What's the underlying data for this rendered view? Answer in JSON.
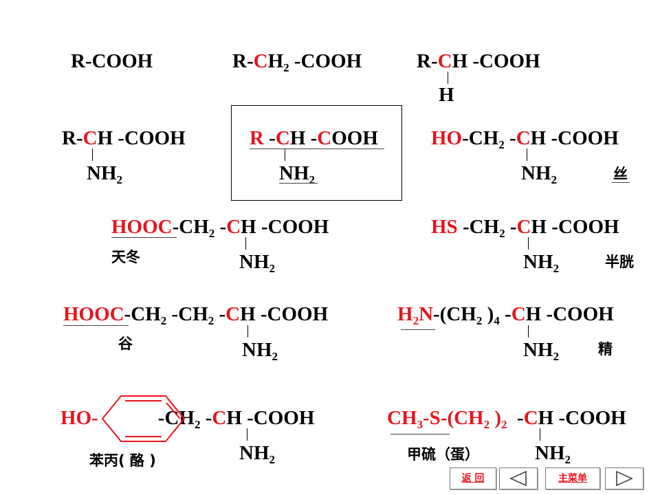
{
  "formulas": {
    "f1": [
      [
        "R-COOH",
        ""
      ]
    ],
    "f2": [
      [
        "R-",
        ""
      ],
      [
        "C",
        "r"
      ],
      [
        "H",
        ""
      ],
      [
        "2",
        "s"
      ],
      [
        " -COOH",
        ""
      ]
    ],
    "f3": [
      [
        "R-",
        ""
      ],
      [
        "C",
        "r"
      ],
      [
        "H -COOH",
        ""
      ]
    ],
    "f4": [
      [
        "R-",
        ""
      ],
      [
        "C",
        "r"
      ],
      [
        "H -COOH",
        ""
      ]
    ],
    "f5": [
      [
        "R",
        "r"
      ],
      [
        " -",
        ""
      ],
      [
        "C",
        "r"
      ],
      [
        "H -",
        ""
      ],
      [
        "C",
        "r"
      ],
      [
        "OOH",
        ""
      ]
    ],
    "f6": [
      [
        "HO",
        "r"
      ],
      [
        "-CH",
        ""
      ],
      [
        "2",
        "s"
      ],
      [
        " -",
        ""
      ],
      [
        "C",
        "r"
      ],
      [
        "H -COOH",
        ""
      ]
    ],
    "f7": [
      [
        "HOOC",
        "r"
      ],
      [
        "-CH",
        ""
      ],
      [
        "2",
        "s"
      ],
      [
        " -",
        ""
      ],
      [
        "C",
        "r"
      ],
      [
        "H -COOH",
        ""
      ]
    ],
    "f8": [
      [
        "HS",
        "r"
      ],
      [
        " -CH",
        ""
      ],
      [
        "2",
        "s"
      ],
      [
        " -",
        ""
      ],
      [
        "C",
        "r"
      ],
      [
        "H -COOH",
        ""
      ]
    ],
    "f9": [
      [
        "HOOC",
        "r"
      ],
      [
        "-CH",
        ""
      ],
      [
        "2",
        "s"
      ],
      [
        " -CH",
        ""
      ],
      [
        "2",
        "s"
      ],
      [
        " -",
        ""
      ],
      [
        "C",
        "r"
      ],
      [
        "H -COOH",
        ""
      ]
    ],
    "f10": [
      [
        "H",
        "r"
      ],
      [
        "2",
        "rs"
      ],
      [
        "N",
        "r"
      ],
      [
        "-(CH",
        ""
      ],
      [
        "2",
        "s"
      ],
      [
        " )",
        ""
      ],
      [
        "4",
        "s"
      ],
      [
        " -",
        ""
      ],
      [
        "C",
        "r"
      ],
      [
        "H -COOH",
        ""
      ]
    ],
    "f11": [
      [
        "HO-",
        "r"
      ],
      [
        "            ",
        ""
      ],
      [
        "-CH",
        ""
      ],
      [
        "2",
        "s"
      ],
      [
        " -",
        ""
      ],
      [
        "C",
        "r"
      ],
      [
        "H -COOH",
        ""
      ]
    ],
    "f12": [
      [
        "CH",
        "r"
      ],
      [
        "3",
        "rs"
      ],
      [
        "-S-(CH",
        "r"
      ],
      [
        "2",
        "rs"
      ],
      [
        " )",
        "r"
      ],
      [
        "2",
        "rs"
      ],
      [
        "  -",
        ""
      ],
      [
        "C",
        "r"
      ],
      [
        "H -COOH",
        ""
      ]
    ]
  },
  "substituents": {
    "h3": [
      [
        "H",
        ""
      ]
    ],
    "n4": [
      [
        "NH",
        ""
      ],
      [
        "2",
        "s"
      ]
    ],
    "n5": [
      [
        "NH",
        ""
      ],
      [
        "2",
        "s"
      ]
    ],
    "n6": [
      [
        "NH",
        ""
      ],
      [
        "2",
        "s"
      ]
    ],
    "n7": [
      [
        "NH",
        ""
      ],
      [
        "2",
        "s"
      ]
    ],
    "n8": [
      [
        "NH",
        ""
      ],
      [
        "2",
        "s"
      ]
    ],
    "n9": [
      [
        "NH",
        ""
      ],
      [
        "2",
        "s"
      ]
    ],
    "n10": [
      [
        "NH",
        ""
      ],
      [
        "2",
        "s"
      ]
    ],
    "n11": [
      [
        "NH",
        ""
      ],
      [
        "2",
        "s"
      ]
    ],
    "n12": [
      [
        "NH",
        ""
      ],
      [
        "2",
        "s"
      ]
    ]
  },
  "names": {
    "serine": "丝",
    "aspartic": "天冬",
    "cysteine": "半胱",
    "glutamic": "谷",
    "arginine": "精",
    "tyrosine": "苯丙( 酪 )",
    "methionine": "甲硫（蛋）"
  },
  "nav": {
    "back_label": "返 回",
    "main_menu_label": "主菜单"
  },
  "colors": {
    "accent_red": "#e8141c",
    "text": "#000000"
  }
}
